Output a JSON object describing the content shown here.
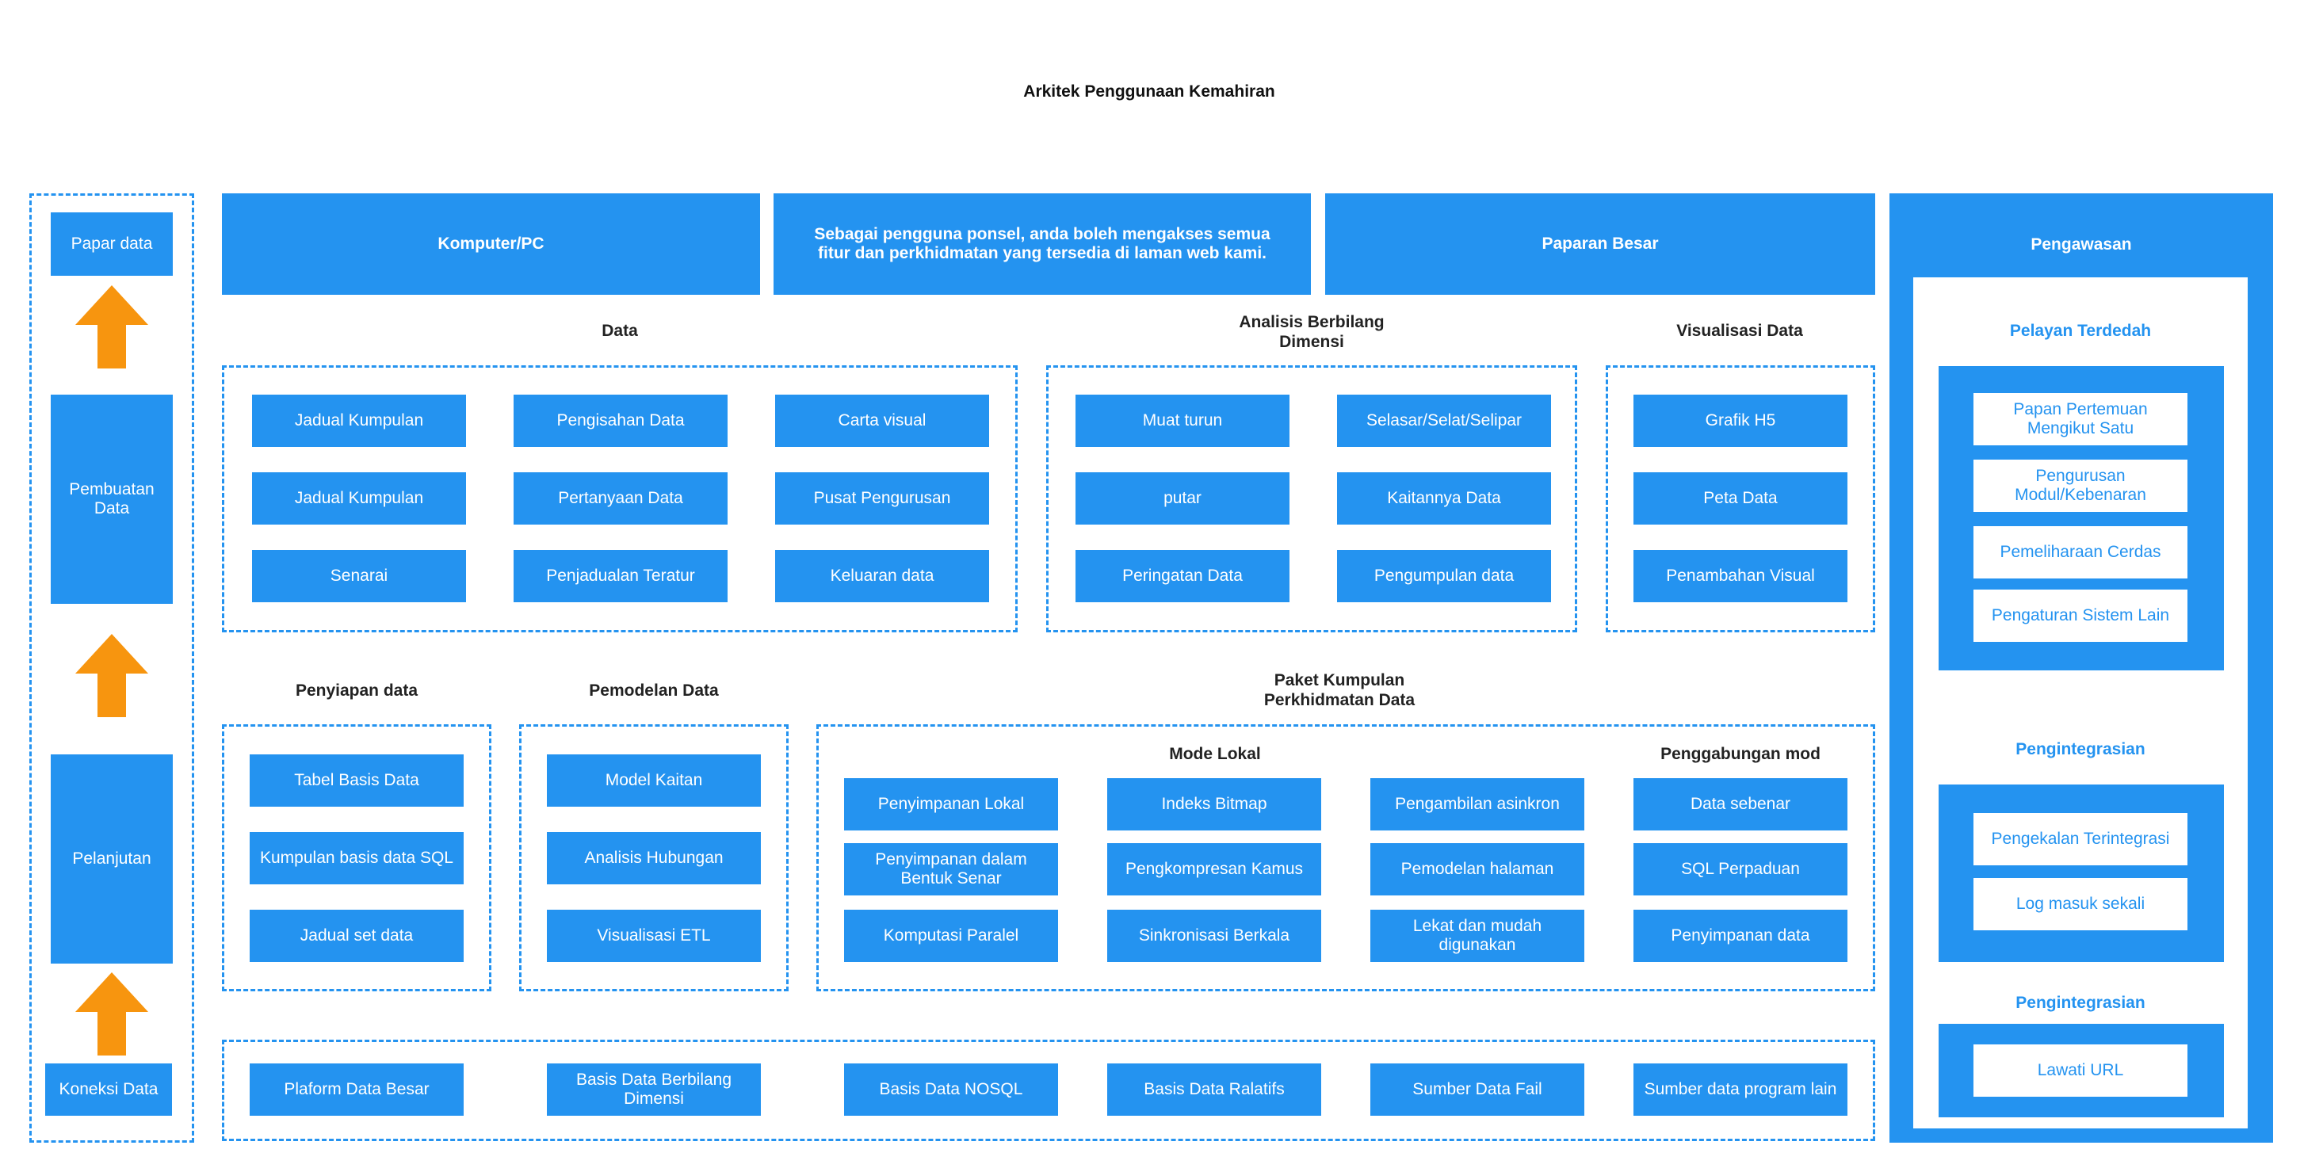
{
  "title": "Arkitek Penggunaan Kemahiran",
  "left_column": {
    "top": "Papar data",
    "middle": "Pembuatan Data",
    "lower": "Pelanjutan",
    "bottom": "Koneksi Data"
  },
  "headers": {
    "pc": "Komputer/PC",
    "mobile": "Sebagai pengguna ponsel, anda boleh mengakses semua fitur dan perkhidmatan yang tersedia di laman web kami.",
    "big_screen": "Paparan Besar"
  },
  "sections": {
    "data": {
      "label": "Data",
      "items": [
        "Jadual Kumpulan",
        "Pengisahan Data",
        "Carta visual",
        "Jadual Kumpulan",
        "Pertanyaan Data",
        "Pusat Pengurusan",
        "Senarai",
        "Penjadualan Teratur",
        "Keluaran data"
      ]
    },
    "analysis": {
      "label": "Analisis Berbilang Dimensi",
      "items": [
        "Muat turun",
        "Selasar/Selat/Selipar",
        "putar",
        "Kaitannya Data",
        "Peringatan Data",
        "Pengumpulan data"
      ]
    },
    "viz": {
      "label": "Visualisasi Data",
      "items": [
        "Grafik H5",
        "Peta Data",
        "Penambahan Visual"
      ]
    },
    "prep": {
      "label": "Penyiapan data",
      "items": [
        "Tabel Basis Data",
        "Kumpulan basis data SQL",
        "Jadual set data"
      ]
    },
    "modeling": {
      "label": "Pemodelan Data",
      "items": [
        "Model Kaitan",
        "Analisis Hubungan",
        "Visualisasi ETL"
      ]
    },
    "package": {
      "label": "Paket Kumpulan Perkhidmatan Data",
      "local_label": "Mode Lokal",
      "merge_label": "Penggabungan mod",
      "items": [
        "Penyimpanan Lokal",
        "Indeks Bitmap",
        "Pengambilan asinkron",
        "Data sebenar",
        "Penyimpanan dalam Bentuk Senar",
        "Pengkompresan Kamus",
        "Pemodelan halaman",
        "SQL Perpaduan",
        "Komputasi Paralel",
        "Sinkronisasi Berkala",
        "Lekat dan mudah digunakan",
        "Penyimpanan data"
      ]
    },
    "sources": {
      "items": [
        "Plaform Data Besar",
        "Basis Data Berbilang Dimensi",
        "Basis Data NOSQL",
        "Basis Data Ralatifs",
        "Sumber Data Fail",
        "Sumber data program lain"
      ]
    }
  },
  "monitoring": {
    "title": "Pengawasan",
    "group1": {
      "label": "Pelayan Terdedah",
      "items": [
        "Papan Pertemuan Mengikut Satu",
        "Pengurusan Modul/Kebenaran",
        "Pemeliharaan Cerdas",
        "Pengaturan Sistem Lain"
      ]
    },
    "group2": {
      "label": "Pengintegrasian",
      "items": [
        "Pengekalan Terintegrasi",
        "Log masuk sekali"
      ]
    },
    "group3": {
      "label": "Pengintegrasian",
      "items": [
        "Lawati URL"
      ]
    }
  },
  "colors": {
    "primary": "#2493f0",
    "arrow": "#f7950f"
  },
  "icons": [
    "arrow-up-icon"
  ]
}
